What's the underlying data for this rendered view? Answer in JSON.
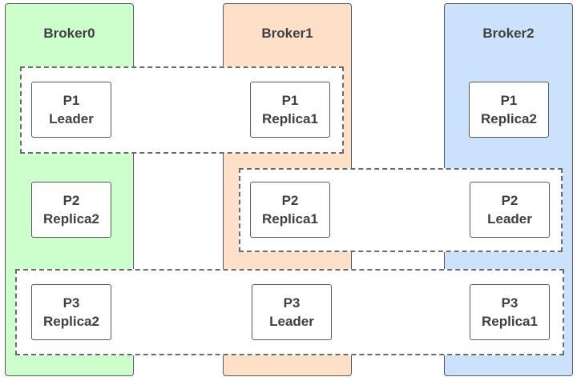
{
  "brokers": [
    {
      "name": "Broker0",
      "color": "#ccffcc"
    },
    {
      "name": "Broker1",
      "color": "#fde0c7"
    },
    {
      "name": "Broker2",
      "color": "#cce1fb"
    }
  ],
  "partitions": {
    "p1_leader": {
      "id": "P1",
      "role": "Leader"
    },
    "p1_replica1": {
      "id": "P1",
      "role": "Replica1"
    },
    "p1_replica2": {
      "id": "P1",
      "role": "Replica2"
    },
    "p2_replica2": {
      "id": "P2",
      "role": "Replica2"
    },
    "p2_replica1": {
      "id": "P2",
      "role": "Replica1"
    },
    "p2_leader": {
      "id": "P2",
      "role": "Leader"
    },
    "p3_replica2": {
      "id": "P3",
      "role": "Replica2"
    },
    "p3_leader": {
      "id": "P3",
      "role": "Leader"
    },
    "p3_replica1": {
      "id": "P3",
      "role": "Replica1"
    }
  }
}
